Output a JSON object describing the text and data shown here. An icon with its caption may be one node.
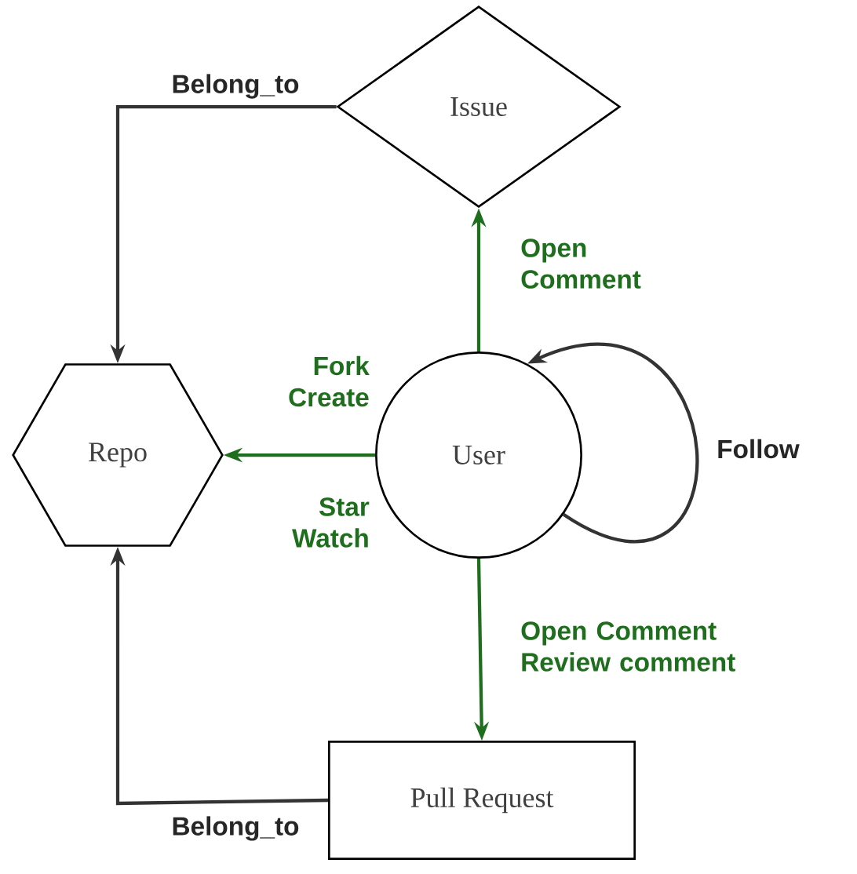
{
  "diagram": {
    "nodes": [
      {
        "text": [
          "Issue"
        ]
      },
      {
        "text": [
          "Repo"
        ]
      },
      {
        "text": [
          "User"
        ]
      },
      {
        "text": [
          "Pull Request"
        ]
      }
    ],
    "edges": [
      {
        "from": 0,
        "to": 1,
        "arrow": "to",
        "label": "Belong_to"
      },
      {
        "from": 2,
        "to": 0,
        "arrow": "to",
        "label": "Open Comment",
        "color": "#1e6e1e"
      },
      {
        "from": 2,
        "to": 1,
        "arrow": "to",
        "label": "Fork Create",
        "color": "#1e6e1e"
      },
      {
        "from": 2,
        "to": 2,
        "arrow": "to",
        "label": "Follow"
      },
      {
        "from": 2,
        "to": 3,
        "arrow": "to",
        "label": "Open Comment Review comment",
        "color": "#1e6e1e"
      },
      {
        "from": 3,
        "to": 1,
        "arrow": "to",
        "label": "Belong_to"
      }
    ],
    "labels": [
      "Star Watch"
    ]
  }
}
